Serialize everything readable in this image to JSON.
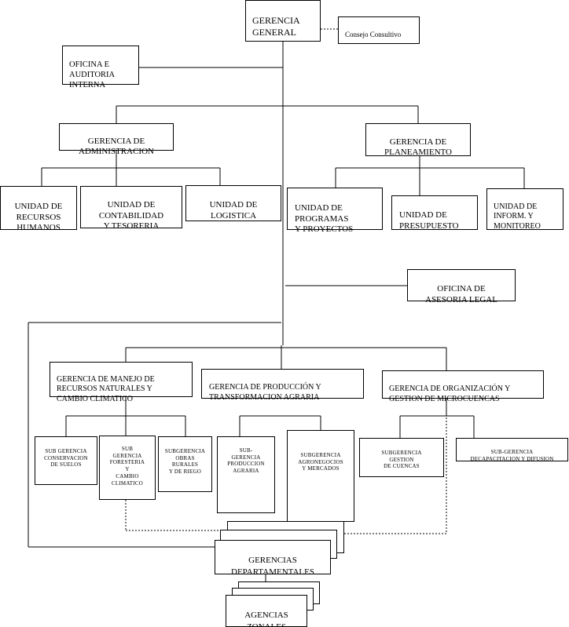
{
  "org": {
    "gerencia_general": "GERENCIA\nGENERAL",
    "consejo_consultivo": "Consejo Consultivo",
    "oficina_auditoria": "OFICINA E\nAUDITORIA\nINTERNA",
    "gerencia_administracion": "GERENCIA DE\nADMINISTRACION",
    "gerencia_planeamiento": "GERENCIA DE\nPLANEAMIENTO",
    "unidad_rrhh": "UNIDAD DE\nRECURSOS\nHUMANOS",
    "unidad_contabilidad": "UNIDAD DE\nCONTABILIDAD\nY TESORERIA",
    "unidad_logistica": "UNIDAD DE\nLOGISTICA",
    "unidad_programas": "UNIDAD DE\nPROGRAMAS\nY PROYECTOS",
    "unidad_presupuesto": "UNIDAD DE\nPRESUPUESTO",
    "unidad_inform": "UNIDAD DE\nINFORM.        Y\nMONITOREO",
    "oficina_asesoria": "OFICINA DE\nASESORIA LEGAL",
    "gerencia_manejo": "GERENCIA DE MANEJO DE\nRECURSOS NATURALES Y\nCAMBIO CLIMATICO",
    "gerencia_produccion": "GERENCIA   DE   PRODUCCIÓN   Y\nTRANSFORMACION AGRARIA",
    "gerencia_organizacion": "GERENCIA  DE  ORGANIZACIÓN  Y\nGESTION DE MICROCUENCAS",
    "sub_conservacion": "SUB GERENCIA\nCONSERVACION\nDE SUELOS",
    "sub_forestal": "SUB\nGERENCIA\nFORESTERIA\nY\nCAMBIO\nCLIMATICO",
    "sub_obras": "SUBGERENCIA\nOBRAS\nRURALES\nY DE RIEGO",
    "sub_produccion": "SUB-\nGERENCIA\nPRODUCCION\nAGRARIA",
    "sub_agronegocios": "SUBGERENCIA\nAGRONEGOCIOS\nY MERCADOS",
    "sub_gestion": "SUBGERENCIA\nGESTION\nDE CUENCAS",
    "sub_capacitacion": "SUB-GERENCIA\nDECAPACITACION Y DIFUSION",
    "gerencias_departamentales": "GERENCIAS\nDEPARTAMENTALES",
    "agencias_zonales": "AGENCIAS\nZONALES"
  }
}
